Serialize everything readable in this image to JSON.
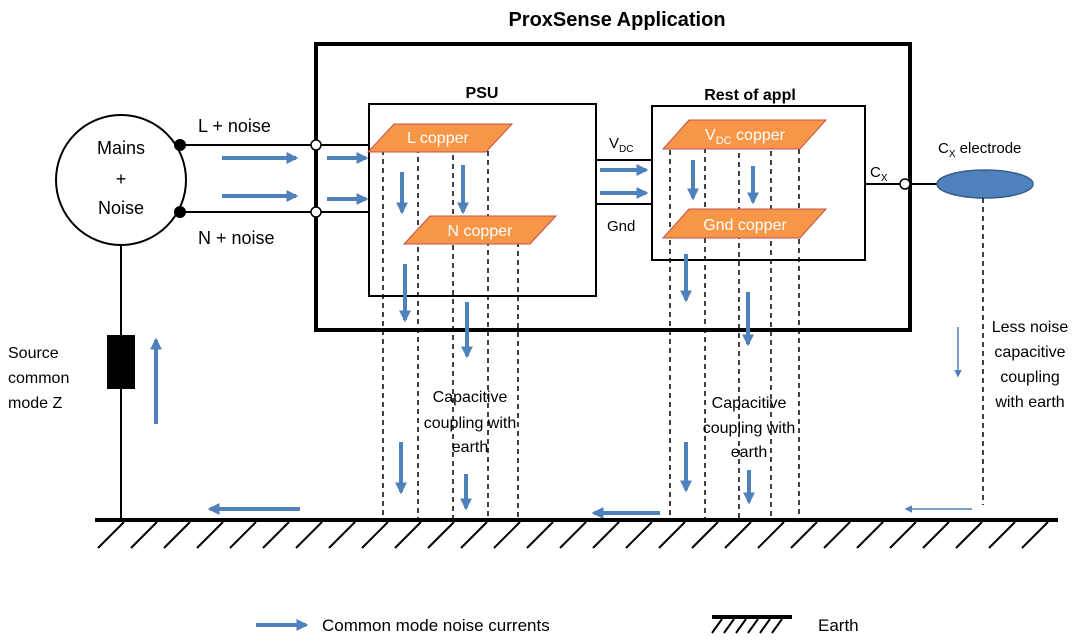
{
  "title": "ProxSense Application",
  "source": {
    "line1": "Mains",
    "line2": "+",
    "line3": "Noise"
  },
  "lines": {
    "live": "L + noise",
    "neutral": "N + noise"
  },
  "psu": {
    "label": "PSU",
    "l_copper": "L copper",
    "n_copper": "N copper"
  },
  "rest": {
    "label": "Rest of appl",
    "vdc_copper_main": "V",
    "vdc_copper_sub": "DC",
    "vdc_copper_rest": " copper",
    "gnd_copper": "Gnd copper"
  },
  "rails": {
    "vdc_main": "V",
    "vdc_sub": "DC",
    "gnd": "Gnd",
    "cx_main": "C",
    "cx_sub": "X"
  },
  "electrode": {
    "main": "C",
    "sub": "X",
    "rest": " electrode"
  },
  "impedance": {
    "line1": "Source",
    "line2": "common",
    "line3": "mode Z"
  },
  "coupling_psu": {
    "line1": "Capacitive",
    "line2": "coupling with",
    "line3": "earth"
  },
  "coupling_rest": {
    "line1": "Capacitive",
    "line2": "coupling with",
    "line3": "earth"
  },
  "coupling_electrode": {
    "line1": "Less noise",
    "line2": "capacitive",
    "line3": "coupling",
    "line4": "with earth"
  },
  "legend": {
    "noise_currents": "Common mode noise currents",
    "earth": "Earth"
  },
  "colors": {
    "arrow": "#4f81bd",
    "copper_fill": "#f79646",
    "copper_stroke": "#c0504d",
    "electrode_fill": "#4f81bd",
    "line": "#000000"
  }
}
